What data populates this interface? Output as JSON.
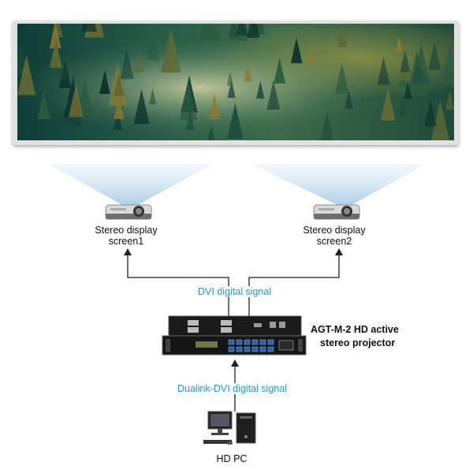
{
  "projectors": [
    {
      "label_line1": "Stereo display",
      "label_line2": "screen1"
    },
    {
      "label_line1": "Stereo display",
      "label_line2": "screen2"
    }
  ],
  "signals": {
    "dvi": "DVI digital signal",
    "dualink": "Dualink-DVI digital signal"
  },
  "device": {
    "name_line1": "AGT-M-2 HD active",
    "name_line2": "stereo projector"
  },
  "pc": {
    "label": "HD PC"
  },
  "colors": {
    "signal_text": "#1e9ad6",
    "beam": "#b9d6ea",
    "forest_dark": "#0d3b36",
    "forest_light": "#c9c59a"
  },
  "icons": [
    "projector-icon",
    "stereo-processor-device-icon",
    "desktop-pc-icon",
    "forest-image"
  ]
}
